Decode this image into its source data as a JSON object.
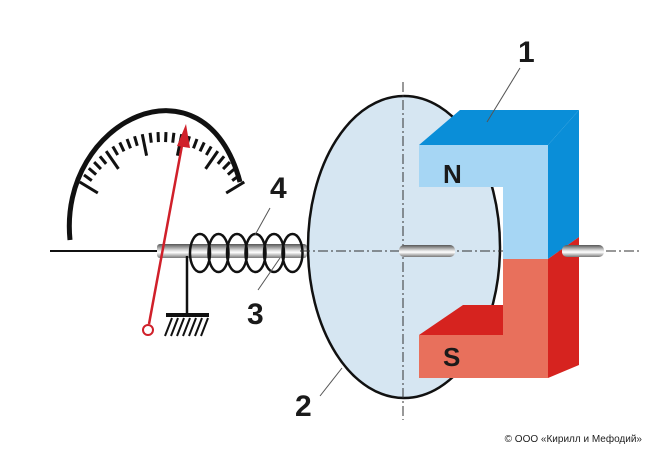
{
  "labels": {
    "magnet": "1",
    "disk": "2",
    "shaft": "3",
    "spring": "4"
  },
  "poles": {
    "north": "N",
    "south": "S"
  },
  "copyright": "© ООО «Кирилл и Мефодий»",
  "colors": {
    "north_front": "#a6d6f4",
    "north_top": "#0a8ed8",
    "south_front": "#e8705c",
    "south_side": "#d6231f",
    "disk": "#d6e6f2",
    "needle": "#d0202a"
  }
}
